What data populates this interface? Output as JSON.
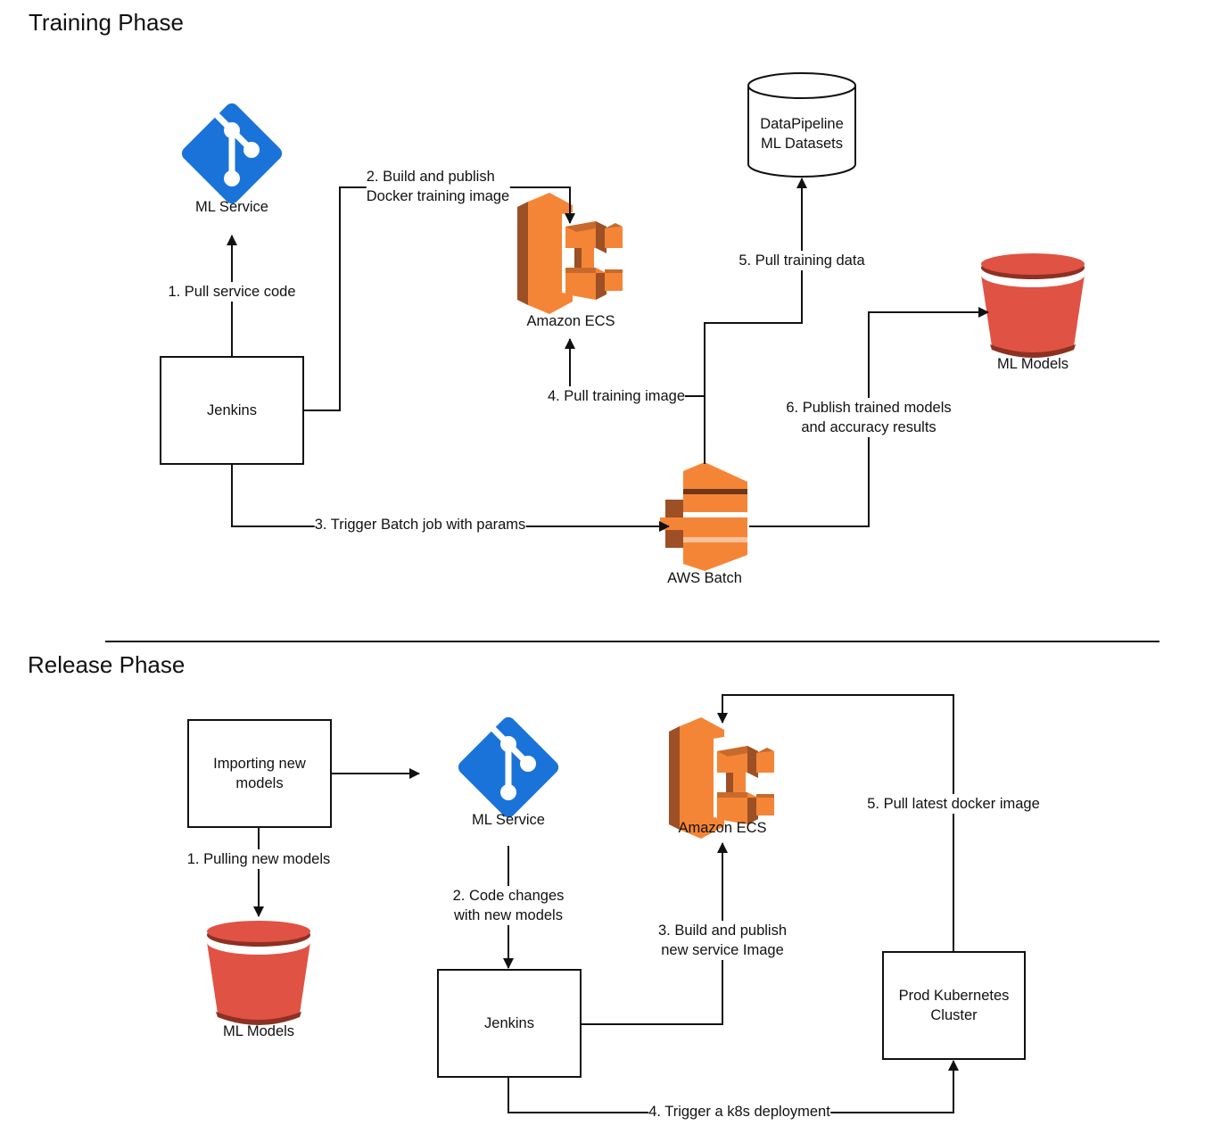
{
  "training": {
    "title": "Training Phase",
    "nodes": {
      "ml_service": "ML Service",
      "jenkins": "Jenkins",
      "ecs": "Amazon ECS",
      "batch": "AWS Batch",
      "datasets_line1": "DataPipeline",
      "datasets_line2": "ML Datasets",
      "models": "ML Models"
    },
    "edges": {
      "e1": "1. Pull service code",
      "e2_line1": "2. Build and publish",
      "e2_line2": "Docker training image",
      "e3": "3. Trigger Batch job with params",
      "e4": "4. Pull training image",
      "e5": "5. Pull training data",
      "e6_line1": "6. Publish trained models",
      "e6_line2": "and accuracy results"
    }
  },
  "release": {
    "title": "Release Phase",
    "nodes": {
      "importing_line1": "Importing new",
      "importing_line2": "models",
      "models": "ML Models",
      "ml_service": "ML Service",
      "jenkins": "Jenkins",
      "ecs": "Amazon ECS",
      "k8s_line1": "Prod Kubernetes",
      "k8s_line2": "Cluster"
    },
    "edges": {
      "e1": "1. Pulling new models",
      "e2_line1": "2. Code changes",
      "e2_line2": "with new models",
      "e3_line1": "3. Build and publish",
      "e3_line2": "new service Image",
      "e4": "4. Trigger a k8s deployment",
      "e5": "5. Pull latest docker image"
    }
  },
  "colors": {
    "git_blue": "#1a73d9",
    "aws_orange": "#f58536",
    "aws_orange_dark": "#9d5025",
    "s3_red": "#e05243",
    "s3_red_dark": "#8c3123"
  }
}
